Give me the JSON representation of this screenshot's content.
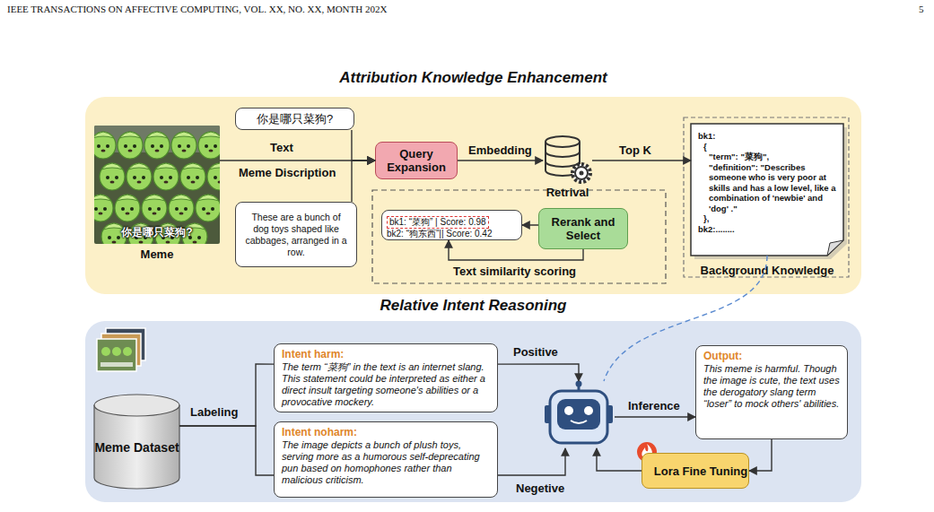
{
  "diagram": {
    "nodes": [
      {
        "text": [
          "Attribution Knowledge Enhancement"
        ]
      },
      {
        "text": [
          "你是哪只菜狗?",
          "Meme"
        ],
        "in": 0
      },
      {
        "text": [
          "你是哪只菜狗?",
          "Text"
        ],
        "in": 0
      },
      {
        "text": [
          "Meme Discription",
          "These are a bunch of dog toys shaped like cabbages, arranged in a row."
        ],
        "in": 0
      },
      {
        "text": [
          "Query Expansion"
        ],
        "in": 0
      },
      {
        "text": [
          "Retrival"
        ],
        "in": 0
      },
      {
        "text": [
          "bk1: “菜狗” | Score: 0.98",
          "bk2: “狗东西”|| Score: 0.42"
        ],
        "in": 0
      },
      {
        "text": [
          "Rerank and Select"
        ],
        "in": 0
      },
      {
        "text": [
          "bk1:",
          "{",
          "\"term\": \"菜狗\",",
          "\"definition\": \"Describes someone who is very poor at skills and has a low level, like a combination of 'newbie' and 'dog' .\"",
          "},",
          "bk2:........",
          "Background Knowledge"
        ],
        "in": 0
      },
      {
        "text": [
          "Relative Intent Reasoning"
        ]
      },
      {
        "text": [
          "Meme Dataset"
        ],
        "in": 9
      },
      {
        "text": [
          "Intent harm:",
          "The term “菜狗” in the text is an internet slang. This statement could be interpreted as either a direct insult targeting someone's abilities or a provocative mockery."
        ],
        "in": 9
      },
      {
        "text": [
          "Intent noharm:",
          "The image depicts a bunch of plush toys, serving more as a humorous self-deprecating pun based on homophones rather than malicious criticism."
        ],
        "in": 9
      },
      {
        "text": [],
        "in": 9
      },
      {
        "text": [
          "Output:",
          "This meme is harmful. Though the image is cute, the text uses the derogatory slang term “loser” to mock others' abilities."
        ],
        "in": 9
      },
      {
        "text": [
          "Lora Fine Tuning"
        ],
        "in": 9
      }
    ],
    "edges": [
      {
        "from": 1,
        "to": 4,
        "arrow": "to"
      },
      {
        "from": 2,
        "to": 4,
        "arrow": "to"
      },
      {
        "from": 3,
        "to": 4,
        "arrow": "to"
      },
      {
        "from": 4,
        "to": 5,
        "label": "Embedding",
        "arrow": "to"
      },
      {
        "from": 5,
        "to": 8,
        "label": "Top K",
        "arrow": "to"
      },
      {
        "from": 7,
        "to": 6,
        "arrow": "to"
      },
      {
        "from": 7,
        "to": 6,
        "label": "Text similarity scoring",
        "arrow": "to"
      },
      {
        "from": 8,
        "to": 13,
        "arrow": "none"
      },
      {
        "from": 10,
        "to": 11,
        "label": "Labeling",
        "arrow": "none"
      },
      {
        "from": 10,
        "to": 12,
        "arrow": "none"
      },
      {
        "from": 11,
        "to": 13,
        "label": "Positive",
        "arrow": "to"
      },
      {
        "from": 12,
        "to": 13,
        "label": "Negetive",
        "arrow": "to"
      },
      {
        "from": 13,
        "to": 14,
        "label": "Inference",
        "arrow": "to"
      },
      {
        "from": 14,
        "to": 15,
        "arrow": "to"
      },
      {
        "from": 15,
        "to": 13,
        "arrow": "to"
      }
    ],
    "labels": [
      "IEEE TRANSACTIONS ON AFFECTIVE COMPUTING, VOL. XX, NO. XX, MONTH 202X",
      "5"
    ]
  }
}
